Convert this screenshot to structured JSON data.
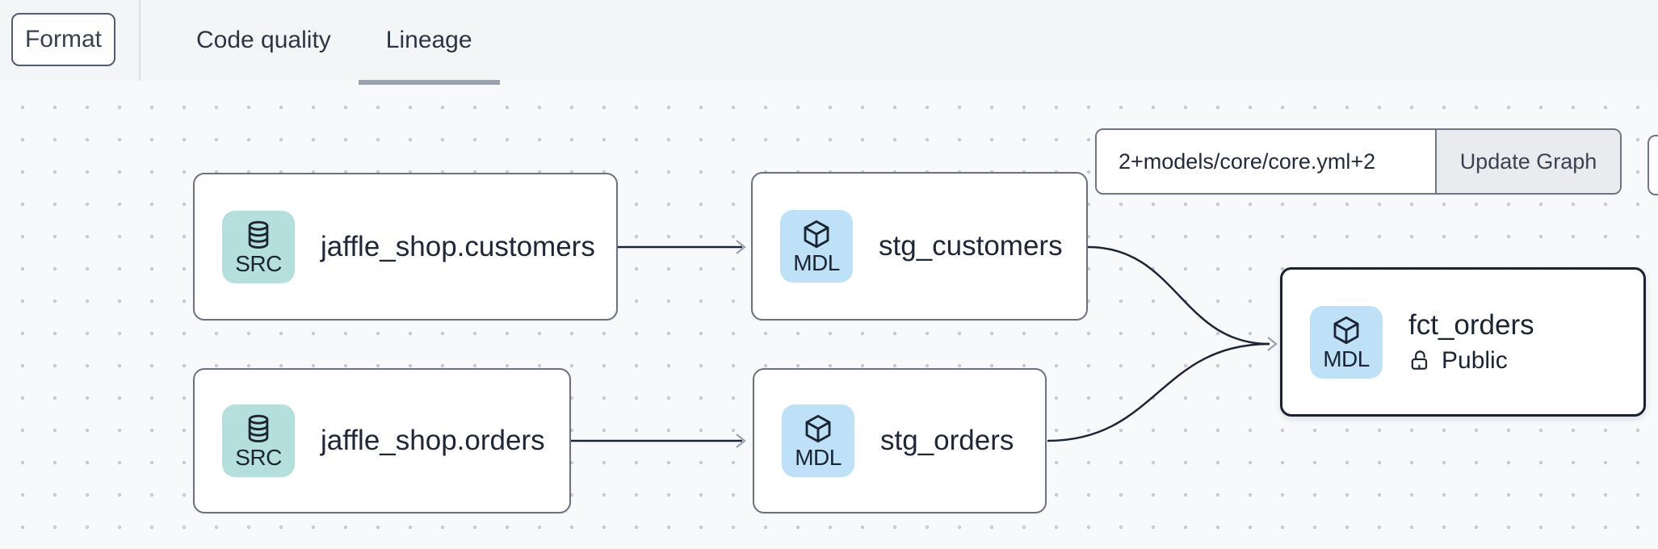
{
  "toolbar": {
    "format_button": "Format",
    "tabs": [
      {
        "label": "Code quality",
        "active": false
      },
      {
        "label": "Lineage",
        "active": true
      }
    ]
  },
  "lineage": {
    "selector_input": {
      "value": "2+models/core/core.yml+2"
    },
    "update_button": "Update Graph",
    "nodes": [
      {
        "type": "SRC",
        "label": "jaffle_shop.customers"
      },
      {
        "type": "MDL",
        "label": "stg_customers"
      },
      {
        "type": "SRC",
        "label": "jaffle_shop.orders"
      },
      {
        "type": "MDL",
        "label": "stg_orders"
      },
      {
        "type": "MDL",
        "label": "fct_orders",
        "access": "Public",
        "selected": true
      }
    ],
    "edges": [
      {
        "from": "jaffle_shop.customers",
        "to": "stg_customers"
      },
      {
        "from": "jaffle_shop.orders",
        "to": "stg_orders"
      },
      {
        "from": "stg_customers",
        "to": "fct_orders"
      },
      {
        "from": "stg_orders",
        "to": "fct_orders"
      }
    ]
  },
  "colors": {
    "source_badge_bg": "#b5dfdc",
    "model_badge_bg": "#bee1f8",
    "node_border": "#6a7180",
    "selected_node_border": "#1a2130",
    "edge": "#1d2534",
    "arrowhead": "#99a0ac",
    "topbar_bg": "#f4f5f6",
    "canvas_bg": "#f8f9fb",
    "active_tab_underline": "#9aa2b0"
  }
}
